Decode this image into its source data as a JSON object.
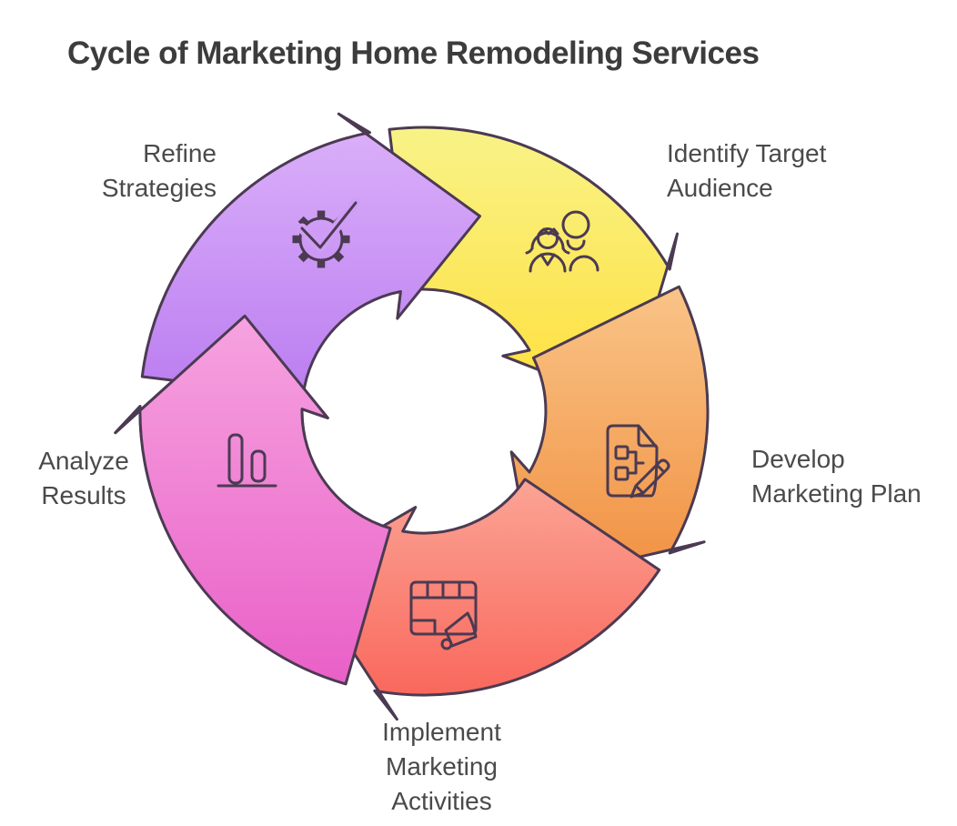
{
  "title": "Cycle of Marketing Home Remodeling Services",
  "diagram": {
    "type": "cycle",
    "direction": "clockwise",
    "outline_color": "#4b3a52",
    "title_color": "#3c3c3c",
    "text_color": "#4a4a4a",
    "background_color": "#ffffff",
    "steps": [
      {
        "label": "Identify Target Audience",
        "position": "top-right",
        "icon": "target-audience-people-icon",
        "color_light": "#f8f388",
        "color_dark": "#ffdf3c"
      },
      {
        "label": "Develop Marketing Plan",
        "position": "right",
        "icon": "document-pencil-icon",
        "color_light": "#f9c487",
        "color_dark": "#f19041"
      },
      {
        "label": "Implement Marketing Activities",
        "position": "bottom",
        "icon": "calendar-megaphone-icon",
        "color_light": "#fba495",
        "color_dark": "#f96156"
      },
      {
        "label": "Analyze Results",
        "position": "left",
        "icon": "bar-chart-icon",
        "color_light": "#f6a3e0",
        "color_dark": "#e960c7"
      },
      {
        "label": "Refine Strategies",
        "position": "top-left",
        "icon": "gear-check-icon",
        "color_light": "#dcb2fa",
        "color_dark": "#bb7df0"
      }
    ]
  }
}
